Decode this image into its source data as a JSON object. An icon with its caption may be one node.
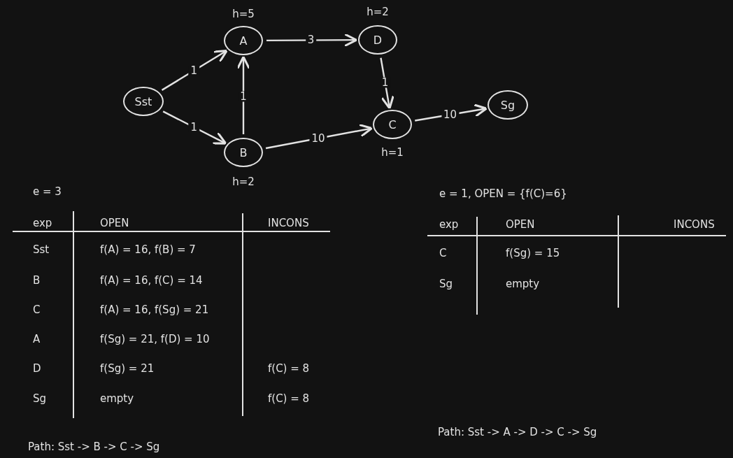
{
  "diagram": {
    "nodes": [
      {
        "text": [
          "Sst"
        ]
      },
      {
        "text": [
          "A"
        ],
        "beside": [
          "h=5"
        ]
      },
      {
        "text": [
          "D"
        ],
        "beside": [
          "h=2"
        ]
      },
      {
        "text": [
          "C"
        ],
        "beside": [
          "h=1"
        ]
      },
      {
        "text": [
          "B"
        ],
        "beside": [
          "h=2"
        ]
      },
      {
        "text": [
          "Sg"
        ]
      }
    ],
    "edges": [
      {
        "from": 0,
        "to": 1,
        "arrow": "to",
        "label": "1"
      },
      {
        "from": 0,
        "to": 4,
        "arrow": "to",
        "label": "1"
      },
      {
        "from": 4,
        "to": 1,
        "arrow": "to",
        "label": "1"
      },
      {
        "from": 1,
        "to": 2,
        "arrow": "to",
        "label": "3"
      },
      {
        "from": 2,
        "to": 3,
        "arrow": "to",
        "label": "1"
      },
      {
        "from": 4,
        "to": 3,
        "arrow": "to",
        "label": "10"
      },
      {
        "from": 3,
        "to": 5,
        "arrow": "to",
        "label": "10"
      }
    ],
    "labels": [
      "e = 3",
      "exp",
      "OPEN",
      "INCONS",
      "Sst",
      "f(A) = 16, f(B) = 7",
      "B",
      "f(A) = 16, f(C) = 14",
      "C",
      "f(A) = 16, f(Sg) = 21",
      "A",
      "f(Sg) = 21, f(D) = 10",
      "D",
      "f(Sg) = 21",
      "f(C) = 8",
      "Sg",
      "empty",
      "f(C) = 8",
      "Path: Sst -> B -> C -> Sg",
      "e = 1, OPEN = {f(C)=6}",
      "exp",
      "OPEN",
      "INCONS",
      "C",
      "f(Sg) = 15",
      "Sg",
      "empty",
      "Path: Sst -> A -> D -> C -> Sg"
    ]
  }
}
